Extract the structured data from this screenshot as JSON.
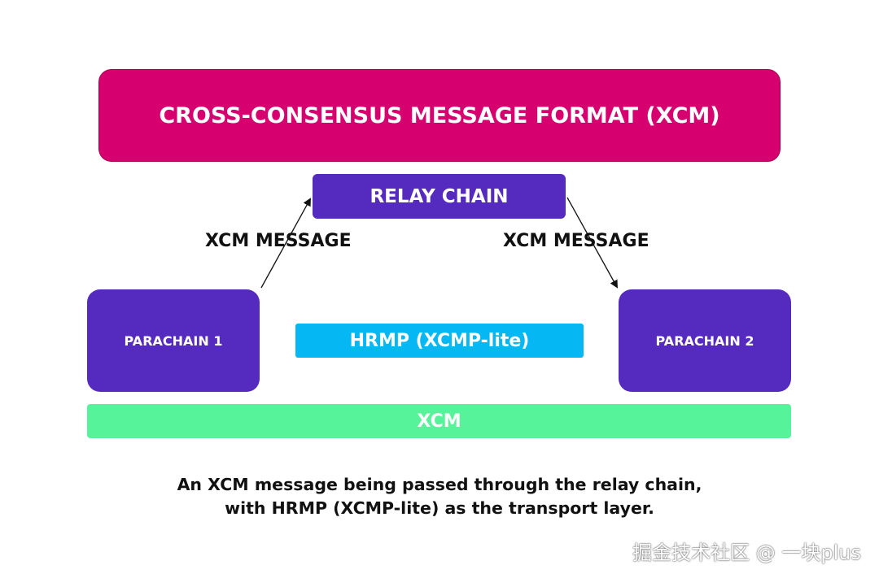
{
  "diagram": {
    "format_box": {
      "label": "CROSS-CONSENSUS MESSAGE FORMAT (XCM)",
      "color": "#d6006e"
    },
    "relay_chain": {
      "label": "RELAY CHAIN",
      "color": "#552bbf"
    },
    "parachain_1": {
      "label": "PARACHAIN 1",
      "color": "#552bbf"
    },
    "parachain_2": {
      "label": "PARACHAIN 2",
      "color": "#552bbf"
    },
    "hrmp": {
      "label": "HRMP (XCMP-lite)",
      "color": "#05b7f3"
    },
    "xcm_bar": {
      "label": "XCM",
      "color": "#56f39a"
    },
    "edges": [
      {
        "from": "parachain_1",
        "to": "relay_chain",
        "label": "XCM MESSAGE"
      },
      {
        "from": "relay_chain",
        "to": "parachain_2",
        "label": "XCM MESSAGE"
      }
    ]
  },
  "caption": {
    "line1": "An XCM message being passed through the relay chain,",
    "line2": "with HRMP (XCMP-lite) as the transport layer."
  },
  "watermark": "掘金技术社区 @ 一块plus"
}
